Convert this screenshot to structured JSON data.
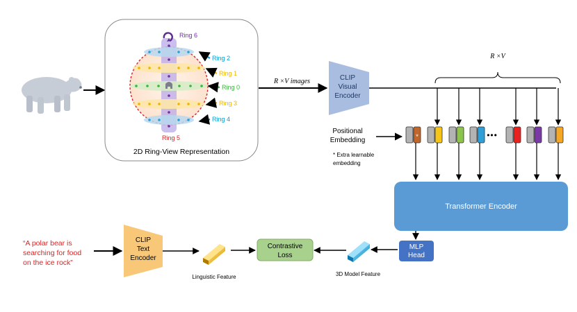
{
  "ring_view": {
    "caption": "2D Ring-View Representation",
    "rings": [
      {
        "label": "Ring 6",
        "color": "#7030a0"
      },
      {
        "label": "Ring 2",
        "color": "#00a0d8"
      },
      {
        "label": "Ring 1",
        "color": "#f0b400"
      },
      {
        "label": "Ring 0",
        "color": "#3cb43c"
      },
      {
        "label": "Ring 3",
        "color": "#f0b400"
      },
      {
        "label": "Ring 4",
        "color": "#00a0d8"
      },
      {
        "label": "Ring 5",
        "color": "#e02020"
      }
    ]
  },
  "images_label": "R ×V images",
  "rv_label": "R ×V",
  "clip_visual": {
    "line1": "CLIP",
    "line2": "Visual",
    "line3": "Encoder"
  },
  "positional": {
    "line1": "Positional",
    "line2": "Embedding"
  },
  "extra_note": {
    "line1": "* Extra learnable",
    "line2": "embedding"
  },
  "ellipsis": "•••",
  "tokens": [
    {
      "color": "#c0662a",
      "star": "*"
    },
    {
      "color": "#f5c518"
    },
    {
      "color": "#8cc44c"
    },
    {
      "color": "#2f9fd8"
    },
    {
      "color": "#e8231f"
    },
    {
      "color": "#7a3aa6"
    },
    {
      "color": "#f5a623"
    }
  ],
  "transformer": "Transformer Encoder",
  "mlp": {
    "line1": "MLP",
    "line2": "Head"
  },
  "model_feature_label": "3D Model Feature",
  "contrastive": {
    "line1": "Contrastive",
    "line2": "Loss"
  },
  "linguistic_label": "Linguistic Feature",
  "clip_text": {
    "line1": "CLIP",
    "line2": "Text",
    "line3": "Encoder"
  },
  "caption_text": {
    "line1": "“A polar bear is",
    "line2": "searching for food",
    "line3": "on the ice rock”"
  },
  "colors": {
    "caption_red": "#e02020",
    "clip_fill": "#a9bde0",
    "clip_text_fill": "#f8c878",
    "transformer_fill": "#5b9bd5",
    "mlp_fill": "#4472c4",
    "loss_fill": "#a9d18e"
  }
}
